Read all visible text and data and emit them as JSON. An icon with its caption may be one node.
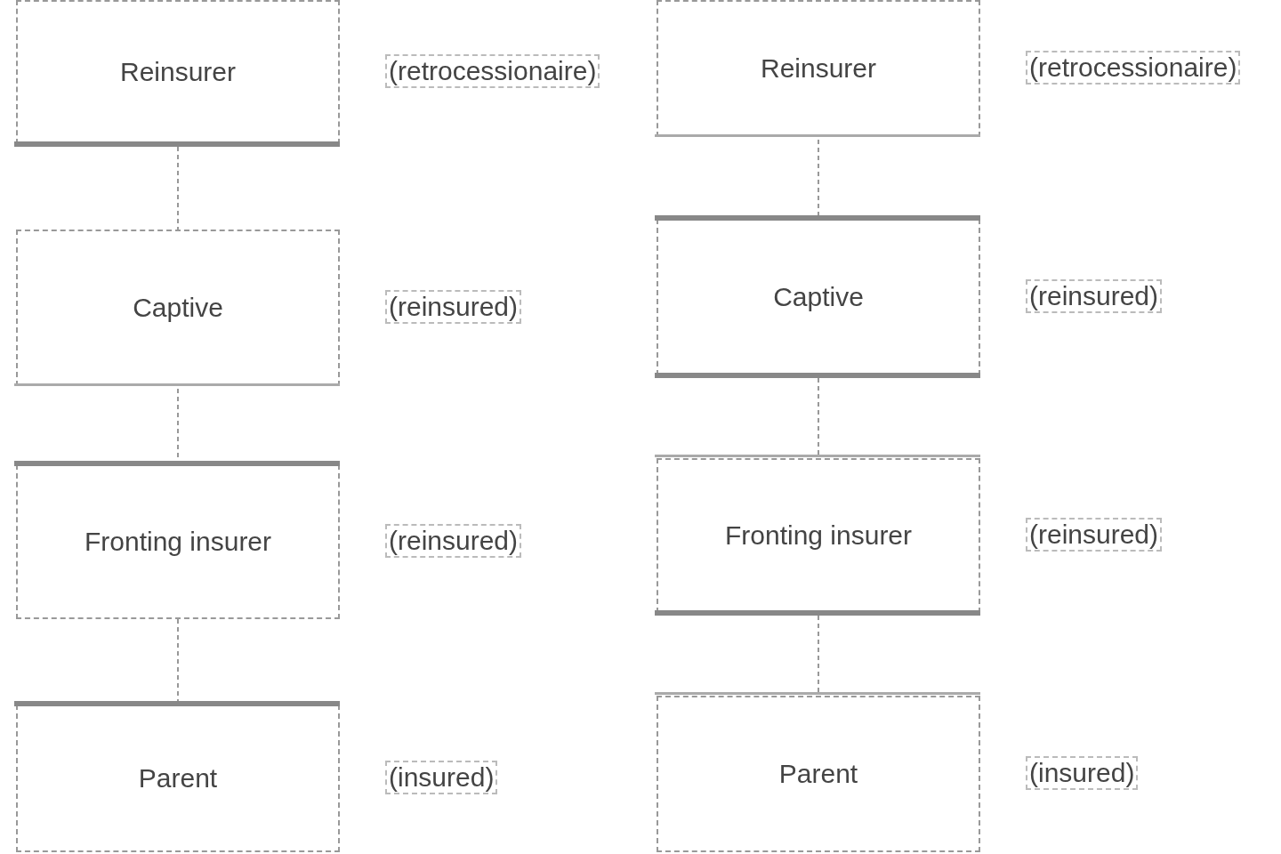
{
  "diagram": {
    "nodes": [
      {
        "text": [
          "Reinsurer"
        ],
        "beside": [
          "(retrocessionaire)"
        ]
      },
      {
        "text": [
          "Captive"
        ],
        "beside": [
          "(reinsured)"
        ]
      },
      {
        "text": [
          "Fronting insurer"
        ],
        "beside": [
          "(reinsured)"
        ]
      },
      {
        "text": [
          "Parent"
        ],
        "beside": [
          "(insured)"
        ]
      },
      {
        "text": [
          "Reinsurer"
        ],
        "beside": [
          "(retrocessionaire)"
        ]
      },
      {
        "text": [
          "Captive"
        ],
        "beside": [
          "(reinsured)"
        ]
      },
      {
        "text": [
          "Fronting insurer"
        ],
        "beside": [
          "(reinsured)"
        ]
      },
      {
        "text": [
          "Parent"
        ],
        "beside": [
          "(insured)"
        ]
      }
    ],
    "edges": [
      {
        "from": 0,
        "to": 1,
        "arrow": "none"
      },
      {
        "from": 1,
        "to": 2,
        "arrow": "none"
      },
      {
        "from": 2,
        "to": 3,
        "arrow": "none"
      },
      {
        "from": 4,
        "to": 5,
        "arrow": "none"
      },
      {
        "from": 5,
        "to": 6,
        "arrow": "none"
      },
      {
        "from": 6,
        "to": 7,
        "arrow": "none"
      }
    ]
  }
}
